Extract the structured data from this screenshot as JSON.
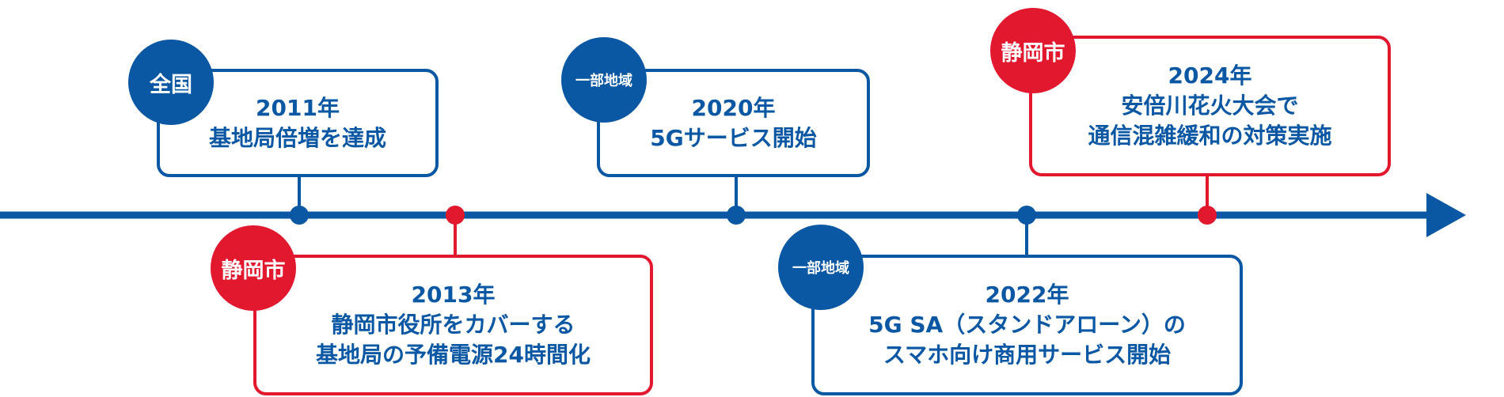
{
  "colors": {
    "blue": "#0a57a4",
    "red": "#e2182e"
  },
  "events": [
    {
      "id": "2011",
      "badge": "全国",
      "badge_color": "blue",
      "lines": [
        "2011年",
        "基地局倍増を達成"
      ]
    },
    {
      "id": "2013",
      "badge": "静岡市",
      "badge_color": "red",
      "lines": [
        "2013年",
        "静岡市役所をカバーする",
        "基地局の予備電源24時間化"
      ]
    },
    {
      "id": "2020",
      "badge": "一部地域",
      "badge_color": "blue",
      "lines": [
        "2020年",
        "5Gサービス開始"
      ]
    },
    {
      "id": "2022",
      "badge": "一部地域",
      "badge_color": "blue",
      "lines": [
        "2022年",
        "5G SA（スタンドアローン）の",
        "スマホ向け商用サービス開始"
      ]
    },
    {
      "id": "2024",
      "badge": "静岡市",
      "badge_color": "red",
      "lines": [
        "2024年",
        "安倍川花火大会で",
        "通信混雑緩和の対策実施"
      ]
    }
  ]
}
